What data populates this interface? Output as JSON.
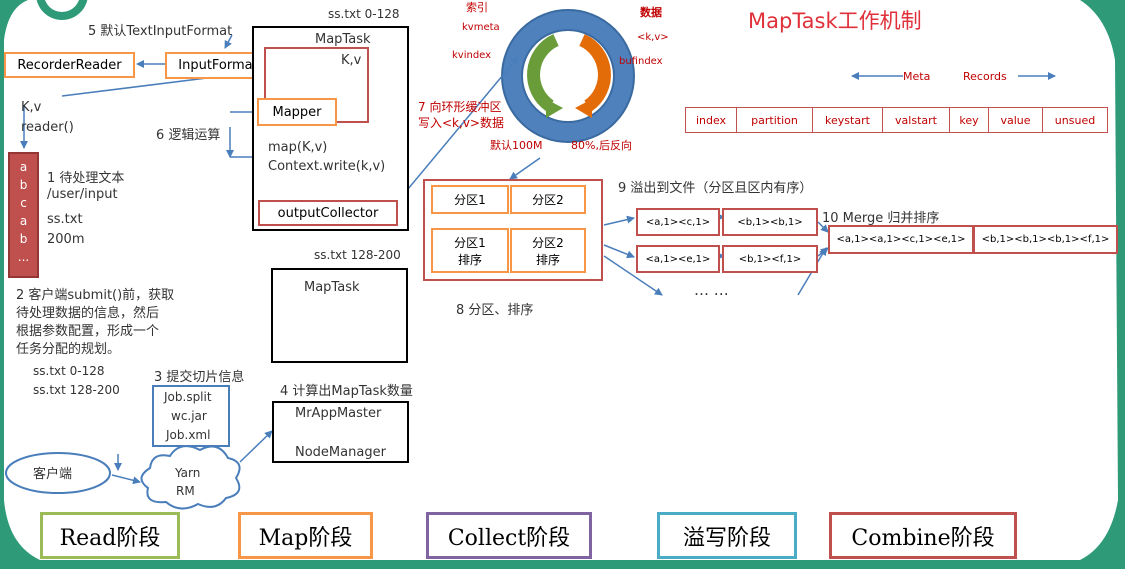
{
  "title": "MapTask工作机制",
  "colors": {
    "blue": "#4a7ebb",
    "orange": "#f79646",
    "red": "#c0504d",
    "black": "#000000",
    "purple": "#8064a2",
    "teal": "#4bacc6",
    "green": "#9bbb59",
    "titleRed": "#e0303a",
    "ring": "#4f81bd"
  },
  "steps": {
    "s1": "1 待处理文本",
    "s1_path": "/user/input",
    "s1_file": "ss.txt",
    "s1_size": "200m",
    "s2": [
      "2 客户端submit()前，获取",
      "待处理数据的信息，然后",
      "根据参数配置，形成一个",
      "任务分配的规划。"
    ],
    "s2_splits": [
      "ss.txt  0-128",
      "ss.txt  128-200"
    ],
    "s3": "3 提交切片信息",
    "s3_files": [
      "Job.split",
      "wc.jar",
      "Job.xml"
    ],
    "s4": "4 计算出MapTask数量",
    "s5": "5 默认TextInputFormat",
    "s6": "6 逻辑运算",
    "s7": [
      "7 向环形缓冲区",
      "写入<k,v>数据"
    ],
    "s8": "8 分区、排序",
    "s9": "9 溢出到文件（分区且区内有序）",
    "s10": "10 Merge 归并排序"
  },
  "reader": {
    "recorder": "RecorderReader",
    "inputformat": "InputFormat",
    "kv": "K,v",
    "reader": "reader()"
  },
  "maptask1": {
    "header": "ss.txt 0-128",
    "title": "MapTask",
    "kv": "K,v",
    "mapper": "Mapper",
    "map": "map(K,v)",
    "write": "Context.write(k,v)",
    "collector": "outputCollector"
  },
  "maptask2": {
    "header": "ss.txt 128-200",
    "title": "MapTask"
  },
  "appmaster": {
    "master": "MrAppMaster",
    "node": "NodeManager"
  },
  "client": "客户端",
  "yarn": [
    "Yarn",
    "RM"
  ],
  "chars": [
    "a",
    "b",
    "c",
    "a",
    "b",
    "..."
  ],
  "ring": {
    "index": "索引",
    "data": "数据",
    "kvmeta": "kvmeta",
    "kvindex": "kvindex",
    "kv": "<k,v>",
    "bufindex": "bufindex",
    "default": "默认100M",
    "reverse": "80%,后反向"
  },
  "meta": {
    "meta": "Meta",
    "records": "Records",
    "cells": [
      "index",
      "partition",
      "keystart",
      "valstart",
      "key",
      "value",
      "unsued"
    ]
  },
  "partitions": {
    "p1": "分区1",
    "p2": "分区2",
    "p1s": [
      "分区1",
      "排序"
    ],
    "p2s": [
      "分区2",
      "排序"
    ]
  },
  "spill": {
    "r1c1": "<a,1><c,1>",
    "r1c2": "<b,1><b,1>",
    "r2c1": "<a,1><e,1>",
    "r2c2": "<b,1><f,1>",
    "dots": "… …"
  },
  "merge": {
    "m1": "<a,1><a,1><c,1><e,1>",
    "m2": "<b,1><b,1><b,1><f,1>"
  },
  "stages": [
    {
      "label": "Read阶段",
      "color": "#9bbb59"
    },
    {
      "label": "Map阶段",
      "color": "#f79646"
    },
    {
      "label": "Collect阶段",
      "color": "#8064a2"
    },
    {
      "label": "溢写阶段",
      "color": "#4bacc6"
    },
    {
      "label": "Combine阶段",
      "color": "#c0504d"
    }
  ]
}
